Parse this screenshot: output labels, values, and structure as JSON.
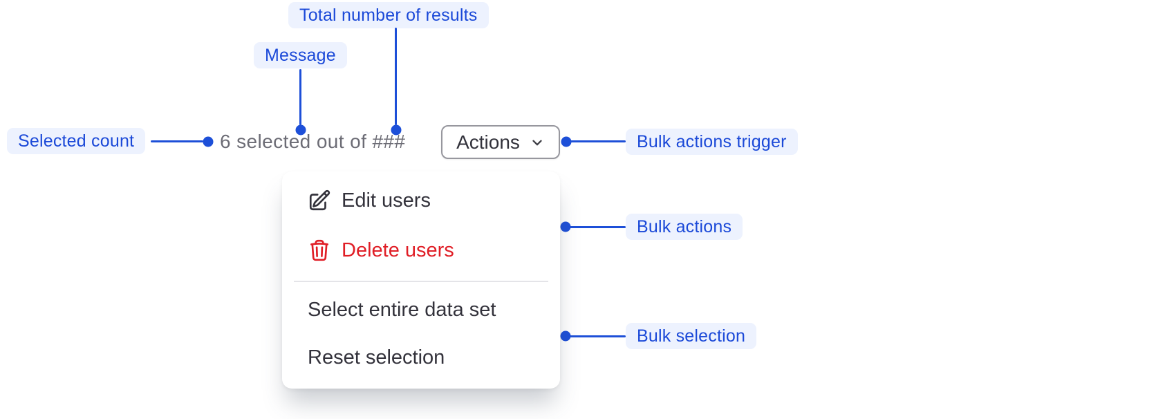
{
  "colors": {
    "annotation_pill_bg": "#edf2fe",
    "annotation_text": "#1b49d8",
    "connector_line": "#1d4fd8",
    "message_text": "#6c6c75",
    "menu_item_text": "#33323b",
    "danger_red": "#e01e26",
    "button_border": "#97979e",
    "button_text": "#32323b",
    "divider": "#e4e4e8"
  },
  "annotations": {
    "total_results_label": "Total number of results",
    "message_label": "Message",
    "selected_count_label": "Selected count",
    "bulk_actions_trigger_label": "Bulk actions trigger",
    "bulk_actions_label": "Bulk actions",
    "bulk_selection_label": "Bulk selection"
  },
  "bulk_bar": {
    "message": "6 selected out of ###",
    "actions_button": "Actions"
  },
  "menu": {
    "actions": [
      {
        "label": "Edit users",
        "icon": "edit-icon",
        "variant": "default"
      },
      {
        "label": "Delete users",
        "icon": "trash-icon",
        "variant": "danger"
      }
    ],
    "selection": [
      {
        "label": "Select entire data set"
      },
      {
        "label": "Reset selection"
      }
    ]
  }
}
